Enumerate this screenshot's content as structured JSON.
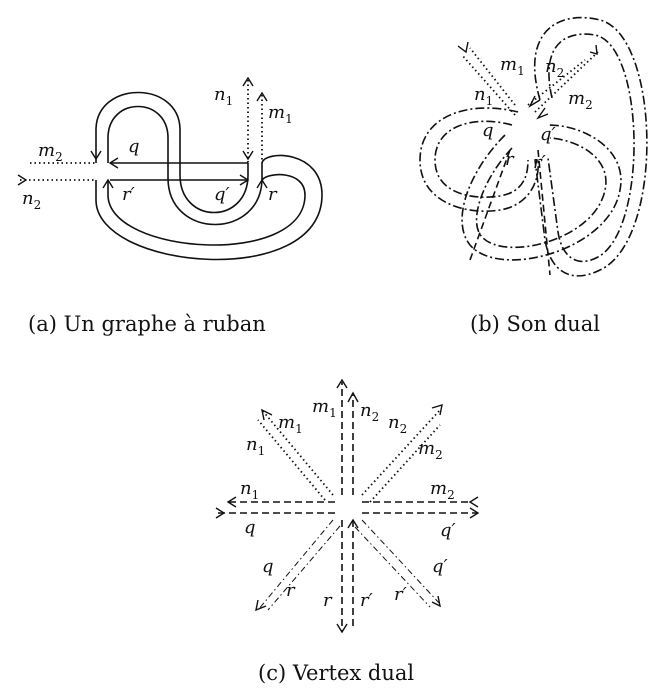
{
  "captions": {
    "a": "(a) Un graphe à ruban",
    "b": "(b) Son dual",
    "c": "(c) Vertex dual"
  },
  "labels": {
    "m1": "m",
    "m2": "m",
    "n1": "n",
    "n2": "n",
    "q": "q",
    "qp": "q′",
    "r": "r",
    "rp": "r′",
    "sub1": "1",
    "sub2": "2"
  }
}
